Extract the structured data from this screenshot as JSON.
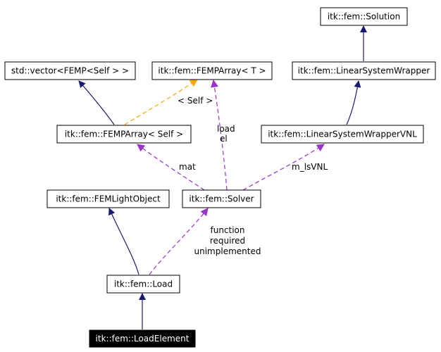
{
  "colors": {
    "inheritance": "#191970",
    "usage": "#9a32cd",
    "template": "#ffa500",
    "highlight_fill": "#000000",
    "highlight_text": "#ffffff"
  },
  "nodes": {
    "solution": "itk::fem::Solution",
    "linear_system_wrapper": "itk::fem::LinearSystemWrapper",
    "std_vector": "std::vector<FEMP<Self > >",
    "femp_array_t": "itk::fem::FEMPArray< T >",
    "femp_array_self": "itk::fem::FEMPArray< Self >",
    "linear_system_wrapper_vnl": "itk::fem::LinearSystemWrapperVNL",
    "fem_light_object": "itk::fem::FEMLightObject",
    "solver": "itk::fem::Solver",
    "load": "itk::fem::Load",
    "load_element": "itk::fem::LoadElement"
  },
  "edge_labels": {
    "self": "< Self >",
    "load": "load",
    "el": "el",
    "mat": "mat",
    "m_ls_vnl": "m_lsVNL",
    "function": "function",
    "required": "required",
    "unimplemented": "unimplemented"
  }
}
